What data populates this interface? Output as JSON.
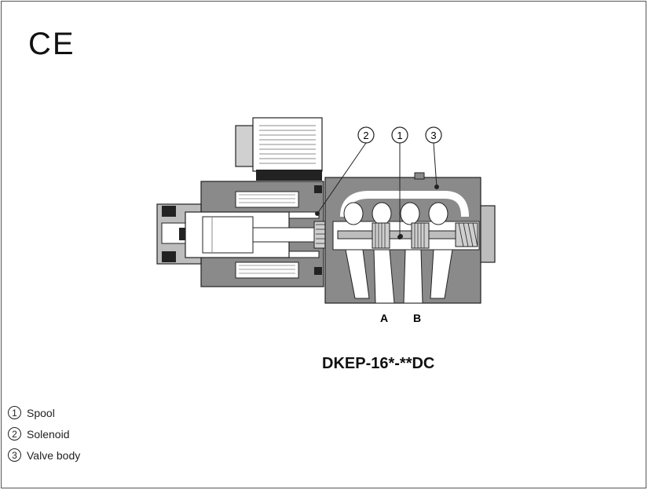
{
  "mark": "CE",
  "model_title": "DKEP-16*-**DC",
  "callouts": [
    {
      "num": "2"
    },
    {
      "num": "1"
    },
    {
      "num": "3"
    }
  ],
  "port_labels": [
    "A",
    "B"
  ],
  "legend": [
    {
      "num": "1",
      "label": "Spool"
    },
    {
      "num": "2",
      "label": "Solenoid"
    },
    {
      "num": "3",
      "label": "Valve body"
    }
  ]
}
